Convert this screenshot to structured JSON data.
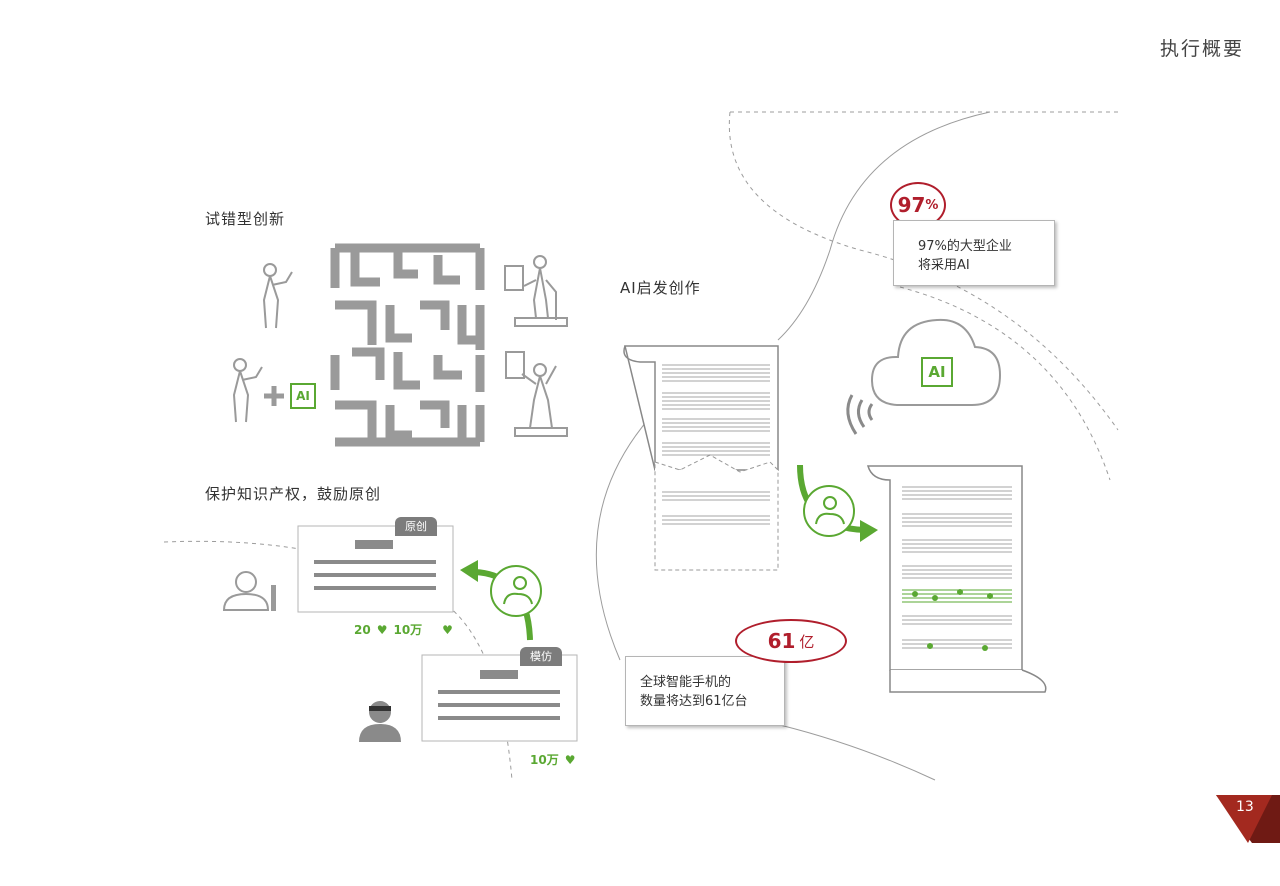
{
  "header": {
    "title": "执行概要"
  },
  "sections": {
    "trial": {
      "title": "试错型创新",
      "ai_chip_label": "AI"
    },
    "protect": {
      "title": "保护知识产权，鼓励原创",
      "original_tag": "原创",
      "original_stats": [
        "20",
        "10万"
      ],
      "imitation_tag": "模仿",
      "imitation_stats": [
        "10万"
      ]
    },
    "ai_create": {
      "title": "AI启发创作",
      "cloud_chip_label": "AI"
    }
  },
  "callouts": {
    "enterprise": {
      "stat": "97",
      "unit": "%",
      "text_line1": "97%的大型企业",
      "text_line2": "将采用AI"
    },
    "smartphone": {
      "stat": "61",
      "unit": "亿",
      "text_line1": "全球智能手机的",
      "text_line2": "数量将达到61亿台"
    }
  },
  "page": {
    "number": "13"
  },
  "colors": {
    "accent_red": "#b01e2c",
    "brand_green": "#5aa832",
    "page_tab": "#8e1f1a",
    "icon_gray": "#9a9a9a"
  },
  "icons": [
    "heart-icon",
    "ai-chip-icon",
    "cloud-icon",
    "wifi-icon",
    "phone-user-icon",
    "maze-icon",
    "music-score-icon"
  ]
}
